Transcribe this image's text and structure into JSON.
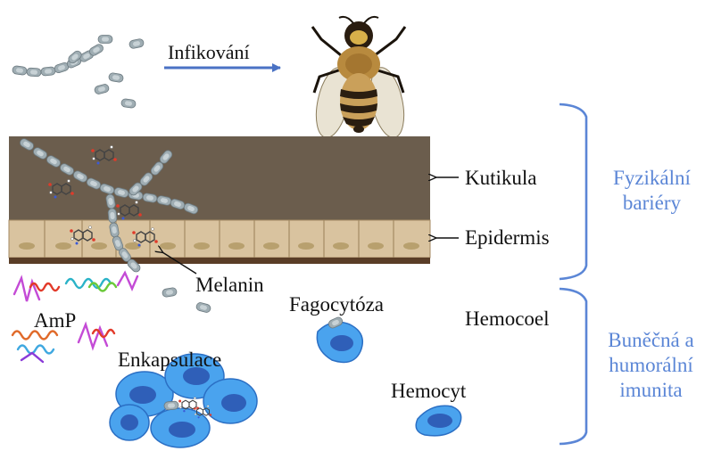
{
  "labels": {
    "infection": "Infikování",
    "cuticle": "Kutikula",
    "epidermis": "Epidermis",
    "melanin": "Melanin",
    "phagocytosis": "Fagocytóza",
    "hemocoel": "Hemocoel",
    "amp": "AmP",
    "encapsulation": "Enkapsulace",
    "hemocyte": "Hemocyt"
  },
  "groups": {
    "physical": "Fyzikální\nbariéry",
    "cellular": "Buněčná a\nhumorální\nimunita"
  },
  "colors": {
    "cuticle": "#6b5d4d",
    "epidermis": "#d9c39f",
    "basement": "#5a3d27",
    "bracket": "#5b86d6",
    "arrow": "#4a72c4",
    "hemocyte": "#4aa3ee",
    "hemocyte_nucleus": "#2f5fb8",
    "fungus": "#9aa7ad"
  }
}
